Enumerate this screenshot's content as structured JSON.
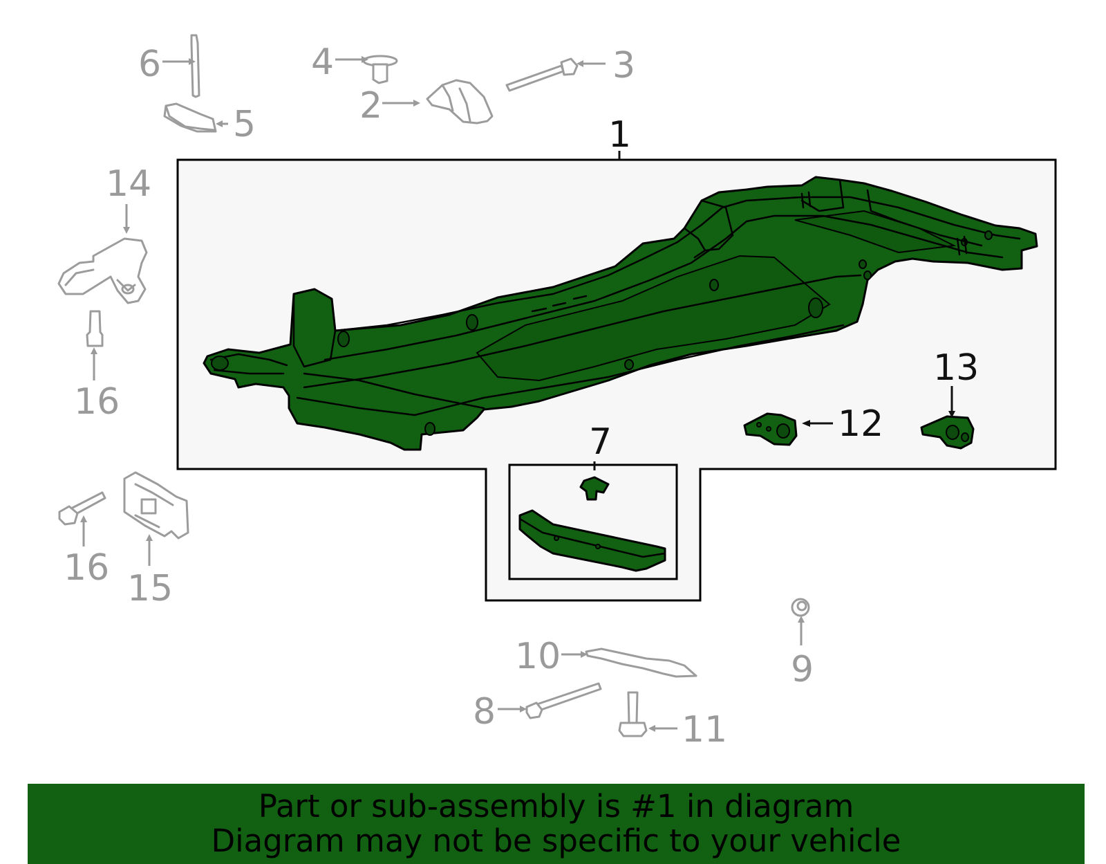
{
  "callouts": {
    "c1": "1",
    "c2": "2",
    "c3": "3",
    "c4": "4",
    "c5": "5",
    "c6": "6",
    "c7": "7",
    "c8": "8",
    "c9": "9",
    "c10": "10",
    "c11": "11",
    "c12": "12",
    "c13": "13",
    "c14": "14",
    "c15": "15",
    "c16a": "16",
    "c16b": "16"
  },
  "banner": {
    "line1": "Part or sub-assembly is #1 in diagram",
    "line2": "Diagram may not be specific to your vehicle"
  },
  "colors": {
    "highlight": "#126012",
    "panel": "#f7f7f7",
    "gray_part": "#9c9c9c"
  }
}
